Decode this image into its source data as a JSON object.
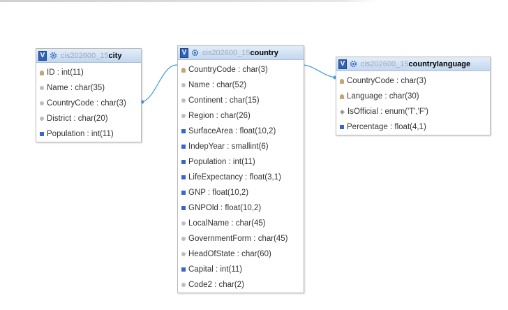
{
  "diagram": {
    "tables": [
      {
        "db": "cis202600_15",
        "name": "city",
        "columns": [
          {
            "label": "ID : int(11)",
            "icon": "primary-key-icon"
          },
          {
            "label": "Name : char(35)",
            "icon": "text-column-icon"
          },
          {
            "label": "CountryCode : char(3)",
            "icon": "text-column-icon"
          },
          {
            "label": "District : char(20)",
            "icon": "text-column-icon"
          },
          {
            "label": "Population : int(11)",
            "icon": "numeric-column-icon"
          }
        ]
      },
      {
        "db": "cis202600_15",
        "name": "country",
        "columns": [
          {
            "label": "CountryCode : char(3)",
            "icon": "primary-key-icon"
          },
          {
            "label": "Name : char(52)",
            "icon": "text-column-icon"
          },
          {
            "label": "Continent : char(15)",
            "icon": "text-column-icon"
          },
          {
            "label": "Region : char(26)",
            "icon": "text-column-icon"
          },
          {
            "label": "SurfaceArea : float(10,2)",
            "icon": "numeric-column-icon"
          },
          {
            "label": "IndepYear : smallint(6)",
            "icon": "numeric-column-icon"
          },
          {
            "label": "Population : int(11)",
            "icon": "numeric-column-icon"
          },
          {
            "label": "LifeExpectancy : float(3,1)",
            "icon": "numeric-column-icon"
          },
          {
            "label": "GNP : float(10,2)",
            "icon": "numeric-column-icon"
          },
          {
            "label": "GNPOld : float(10,2)",
            "icon": "numeric-column-icon"
          },
          {
            "label": "LocalName : char(45)",
            "icon": "text-column-icon"
          },
          {
            "label": "GovernmentForm : char(45)",
            "icon": "text-column-icon"
          },
          {
            "label": "HeadOfState : char(60)",
            "icon": "text-column-icon"
          },
          {
            "label": "Capital : int(11)",
            "icon": "numeric-column-icon"
          },
          {
            "label": "Code2 : char(2)",
            "icon": "text-column-icon"
          }
        ]
      },
      {
        "db": "cis202600_15",
        "name": "countrylanguage",
        "columns": [
          {
            "label": "CountryCode : char(3)",
            "icon": "primary-key-icon"
          },
          {
            "label": "Language : char(30)",
            "icon": "primary-key-icon"
          },
          {
            "label": "IsOfficial : enum('T','F')",
            "icon": "enum-column-icon"
          },
          {
            "label": "Percentage : float(4,1)",
            "icon": "numeric-column-icon"
          }
        ]
      }
    ],
    "header_button_label": "V",
    "colors": {
      "header_gradient_top": "#e3eef9",
      "header_gradient_bottom": "#c3d7ef",
      "link_line": "#3aa0d8",
      "db_prefix": "#9aa8bd",
      "key_icon": "#c4a574",
      "numeric_icon": "#3a66c9"
    },
    "relations": [
      {
        "from": "city.CountryCode",
        "to": "country.CountryCode"
      },
      {
        "from": "countrylanguage.CountryCode",
        "to": "country.CountryCode"
      }
    ]
  }
}
